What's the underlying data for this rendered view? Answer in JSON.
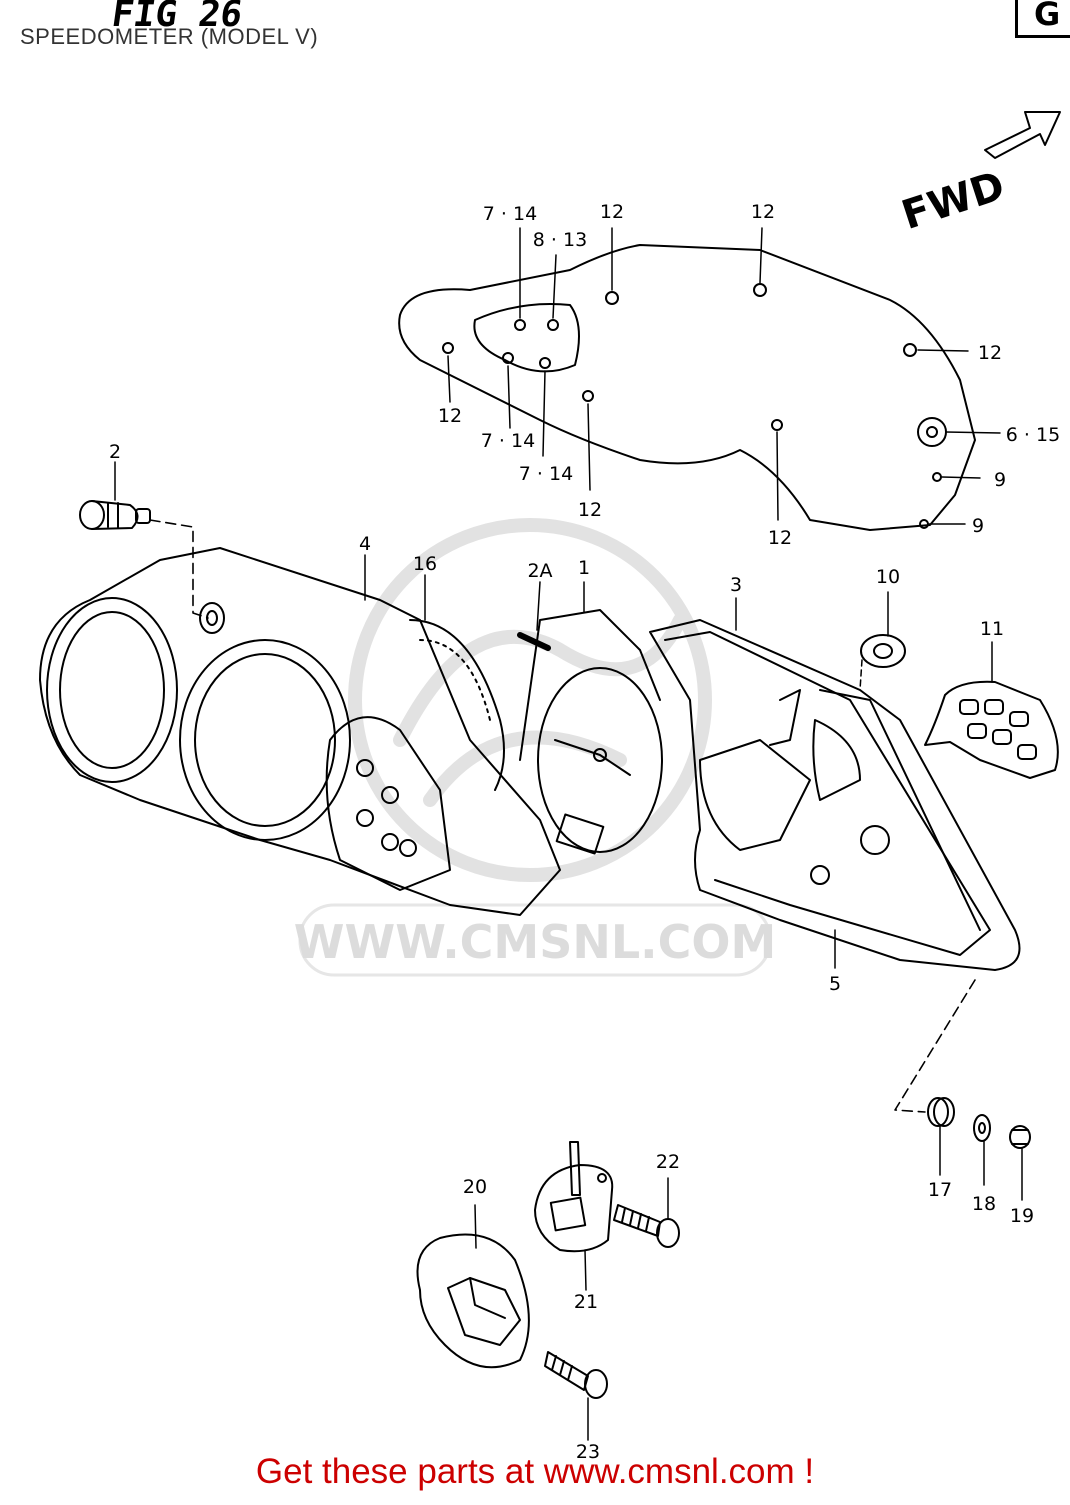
{
  "figure": {
    "title": "FIG 26",
    "caption": "SPEEDOMETER (MODEL V)",
    "section_letter": "G",
    "direction_label": "FWD"
  },
  "watermark": "WWW.CMSNL.COM",
  "footer": "Get these parts at www.cmsnl.com !",
  "callouts": {
    "p1": "1",
    "p2": "2",
    "p2a": "2A",
    "p3": "3",
    "p4": "4",
    "p5": "5",
    "p6_15": "6 · 15",
    "p7_14_a": "7 · 14",
    "p7_14_b": "7 · 14",
    "p7_14_c": "7 · 14",
    "p8_13": "8 · 13",
    "p9_a": "9",
    "p9_b": "9",
    "p10": "10",
    "p11": "11",
    "p12_a": "12",
    "p12_b": "12",
    "p12_c": "12",
    "p12_d": "12",
    "p12_e": "12",
    "p12_f": "12",
    "p16": "16",
    "p17": "17",
    "p18": "18",
    "p19": "19",
    "p20": "20",
    "p21": "21",
    "p22": "22",
    "p23": "23"
  },
  "colors": {
    "line": "#000000",
    "watermark": "#dcdcdc",
    "footer": "#cc0000",
    "caption": "#333333"
  }
}
